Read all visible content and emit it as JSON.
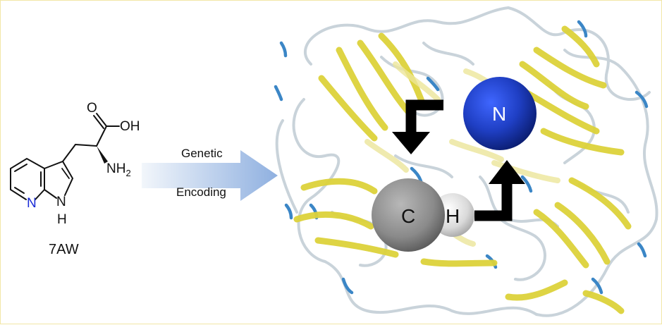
{
  "molecule": {
    "name": "7AW",
    "atoms": {
      "carbonyl_o": "O",
      "hydroxyl": "OH",
      "amine": "NH",
      "amine_sub": "2",
      "ring_n": "N",
      "ring_nh": "N",
      "ring_h": "H"
    }
  },
  "process_arrow": {
    "line1": "Genetic",
    "line2": "Encoding"
  },
  "protein": {
    "spheres": {
      "carbon": "C",
      "hydrogen": "H",
      "nitrogen": "N"
    },
    "colors": {
      "ribbon_yellow": "#ddd23a",
      "coil_gray": "#c9d3da",
      "coil_blue": "#3b86c6",
      "nitrogen": "#1f3fc4",
      "carbon": "#8a8a8a",
      "hydrogen": "#d9d9d9"
    }
  }
}
